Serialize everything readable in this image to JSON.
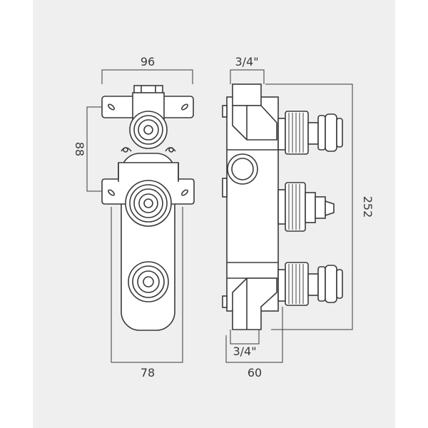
{
  "dimensions": {
    "top_width": "96",
    "bottom_width": "78",
    "left_height": "88",
    "right_height": "252",
    "top_connection": "3/4\"",
    "bottom_connection": "3/4\"",
    "bottom_depth": "60"
  },
  "colors": {
    "panel_background": "#efefef",
    "line": "#3a3a3a"
  }
}
